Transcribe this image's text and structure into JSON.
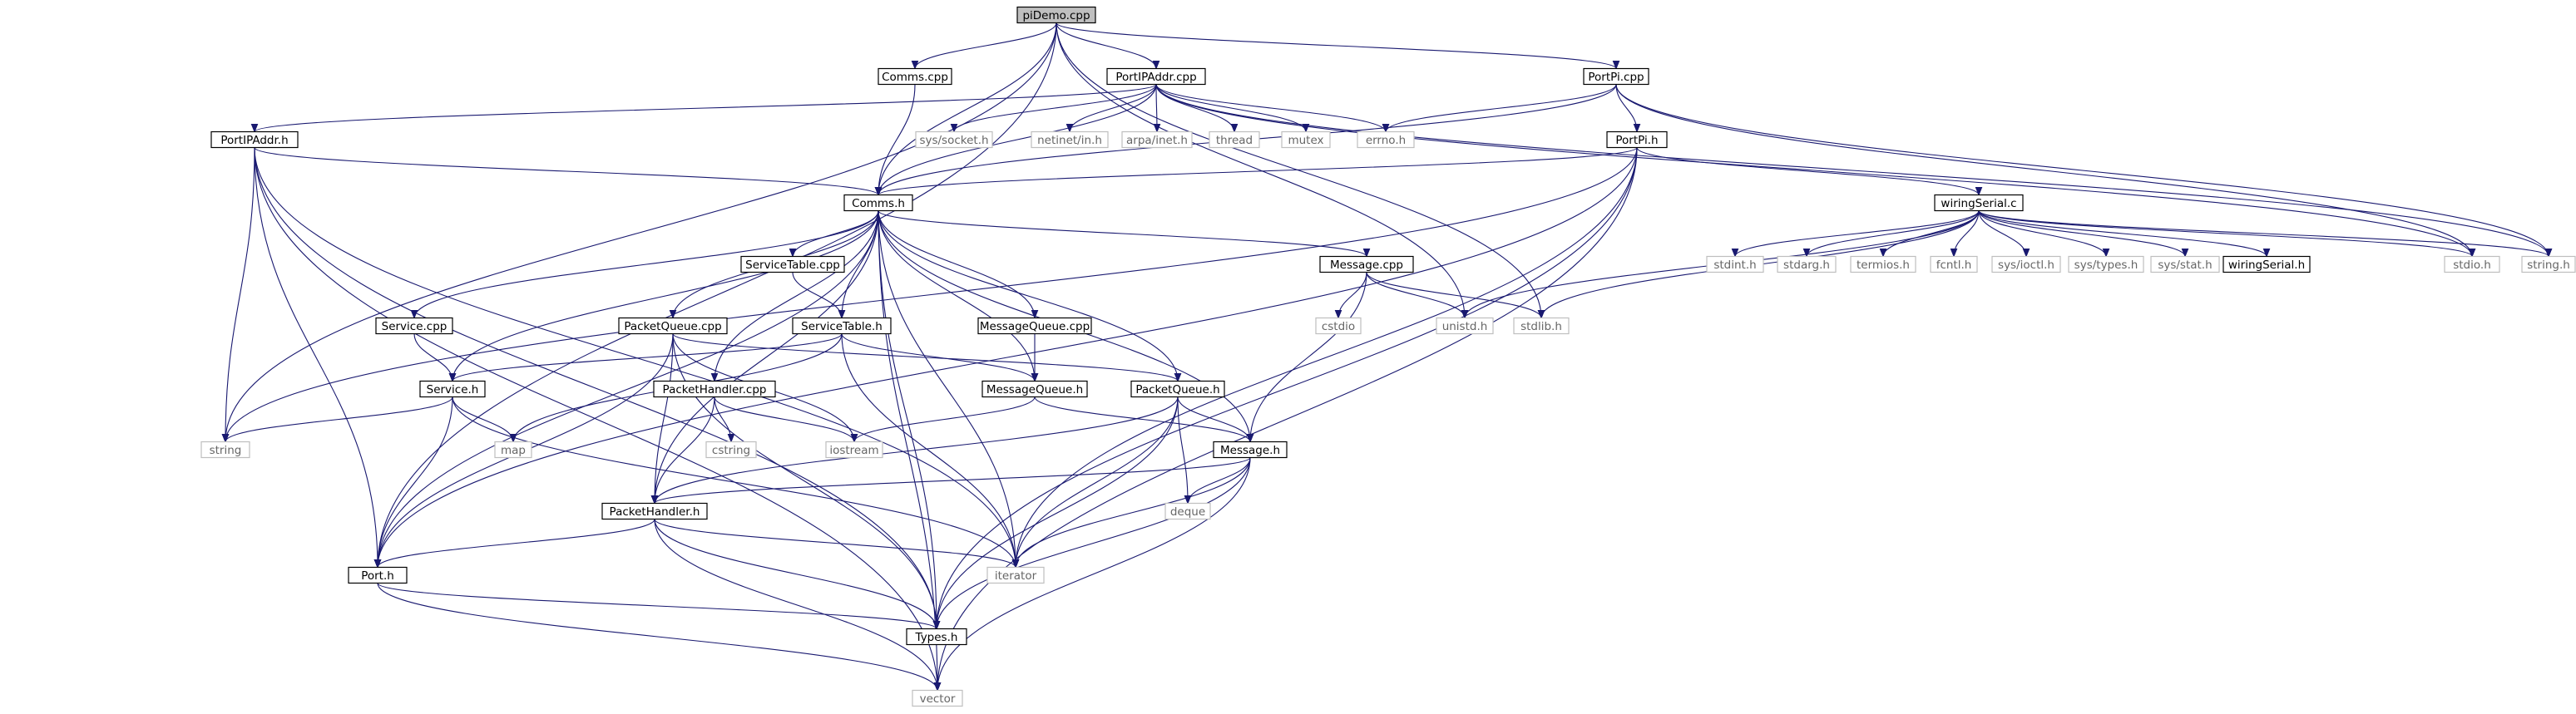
{
  "graph": {
    "title": "",
    "colors": {
      "edge": "#191970",
      "root_fill": "#bfbfbf",
      "documented_fill": "#ffffff",
      "documented_stroke": "#000000",
      "external_stroke": "#bfbfbf",
      "external_text": "#666666"
    },
    "nodes": [
      {
        "id": "piDemo",
        "label": "piDemo.cpp",
        "kind": "root"
      },
      {
        "id": "CommsCpp",
        "label": "Comms.cpp",
        "kind": "file"
      },
      {
        "id": "PortIPAddrCpp",
        "label": "PortIPAddr.cpp",
        "kind": "file"
      },
      {
        "id": "PortPiCpp",
        "label": "PortPi.cpp",
        "kind": "file"
      },
      {
        "id": "PortIPAddrH",
        "label": "PortIPAddr.h",
        "kind": "file"
      },
      {
        "id": "PortPiH",
        "label": "PortPi.h",
        "kind": "file"
      },
      {
        "id": "CommsH",
        "label": "Comms.h",
        "kind": "file"
      },
      {
        "id": "sysSocket",
        "label": "sys/socket.h",
        "kind": "external"
      },
      {
        "id": "netinet",
        "label": "netinet/in.h",
        "kind": "external"
      },
      {
        "id": "arpa",
        "label": "arpa/inet.h",
        "kind": "external"
      },
      {
        "id": "thread",
        "label": "thread",
        "kind": "external"
      },
      {
        "id": "mutex",
        "label": "mutex",
        "kind": "external"
      },
      {
        "id": "errno",
        "label": "errno.h",
        "kind": "external"
      },
      {
        "id": "wiringSerialC",
        "label": "wiringSerial.c",
        "kind": "file"
      },
      {
        "id": "ServiceTableCpp",
        "label": "ServiceTable.cpp",
        "kind": "file"
      },
      {
        "id": "MessageCpp",
        "label": "Message.cpp",
        "kind": "file"
      },
      {
        "id": "stdint",
        "label": "stdint.h",
        "kind": "external"
      },
      {
        "id": "stdarg",
        "label": "stdarg.h",
        "kind": "external"
      },
      {
        "id": "termios",
        "label": "termios.h",
        "kind": "external"
      },
      {
        "id": "fcntl",
        "label": "fcntl.h",
        "kind": "external"
      },
      {
        "id": "sysIoctl",
        "label": "sys/ioctl.h",
        "kind": "external"
      },
      {
        "id": "sysTypes",
        "label": "sys/types.h",
        "kind": "external"
      },
      {
        "id": "sysStat",
        "label": "sys/stat.h",
        "kind": "external"
      },
      {
        "id": "wiringSerialH",
        "label": "wiringSerial.h",
        "kind": "file"
      },
      {
        "id": "stdio",
        "label": "stdio.h",
        "kind": "external"
      },
      {
        "id": "stringH",
        "label": "string.h",
        "kind": "external"
      },
      {
        "id": "ServiceCpp",
        "label": "Service.cpp",
        "kind": "file"
      },
      {
        "id": "PacketQueueCpp",
        "label": "PacketQueue.cpp",
        "kind": "file"
      },
      {
        "id": "ServiceTableH",
        "label": "ServiceTable.h",
        "kind": "file"
      },
      {
        "id": "MessageQueueCpp",
        "label": "MessageQueue.cpp",
        "kind": "file"
      },
      {
        "id": "cstdio",
        "label": "cstdio",
        "kind": "external"
      },
      {
        "id": "unistd",
        "label": "unistd.h",
        "kind": "external"
      },
      {
        "id": "stdlib",
        "label": "stdlib.h",
        "kind": "external"
      },
      {
        "id": "ServiceH",
        "label": "Service.h",
        "kind": "file"
      },
      {
        "id": "PacketHandlerCpp",
        "label": "PacketHandler.cpp",
        "kind": "file"
      },
      {
        "id": "MessageQueueH",
        "label": "MessageQueue.h",
        "kind": "file"
      },
      {
        "id": "PacketQueueH",
        "label": "PacketQueue.h",
        "kind": "file"
      },
      {
        "id": "string",
        "label": "string",
        "kind": "external"
      },
      {
        "id": "map",
        "label": "map",
        "kind": "external"
      },
      {
        "id": "cstring",
        "label": "cstring",
        "kind": "external"
      },
      {
        "id": "iostream",
        "label": "iostream",
        "kind": "external"
      },
      {
        "id": "MessageH",
        "label": "Message.h",
        "kind": "file"
      },
      {
        "id": "deque",
        "label": "deque",
        "kind": "external"
      },
      {
        "id": "PacketHandlerH",
        "label": "PacketHandler.h",
        "kind": "file"
      },
      {
        "id": "PortH",
        "label": "Port.h",
        "kind": "file"
      },
      {
        "id": "iterator",
        "label": "iterator",
        "kind": "external"
      },
      {
        "id": "TypesH",
        "label": "Types.h",
        "kind": "file"
      },
      {
        "id": "vector",
        "label": "vector",
        "kind": "external"
      }
    ],
    "edges": [
      [
        "piDemo",
        "CommsCpp"
      ],
      [
        "piDemo",
        "PortIPAddrCpp"
      ],
      [
        "piDemo",
        "PortPiCpp"
      ],
      [
        "piDemo",
        "CommsH"
      ],
      [
        "piDemo",
        "PortH"
      ],
      [
        "piDemo",
        "string"
      ],
      [
        "piDemo",
        "unistd"
      ],
      [
        "piDemo",
        "stdlib"
      ],
      [
        "CommsCpp",
        "CommsH"
      ],
      [
        "PortIPAddrCpp",
        "PortIPAddrH"
      ],
      [
        "PortIPAddrCpp",
        "CommsH"
      ],
      [
        "PortIPAddrCpp",
        "sysSocket"
      ],
      [
        "PortIPAddrCpp",
        "netinet"
      ],
      [
        "PortIPAddrCpp",
        "arpa"
      ],
      [
        "PortIPAddrCpp",
        "thread"
      ],
      [
        "PortIPAddrCpp",
        "mutex"
      ],
      [
        "PortIPAddrCpp",
        "errno"
      ],
      [
        "PortIPAddrCpp",
        "stdio"
      ],
      [
        "PortIPAddrCpp",
        "stringH"
      ],
      [
        "PortPiCpp",
        "PortPiH"
      ],
      [
        "PortPiCpp",
        "CommsH"
      ],
      [
        "PortPiCpp",
        "errno"
      ],
      [
        "PortPiCpp",
        "stdio"
      ],
      [
        "PortPiCpp",
        "stringH"
      ],
      [
        "PortIPAddrH",
        "CommsH"
      ],
      [
        "PortIPAddrH",
        "PortH"
      ],
      [
        "PortIPAddrH",
        "TypesH"
      ],
      [
        "PortIPAddrH",
        "iterator"
      ],
      [
        "PortIPAddrH",
        "string"
      ],
      [
        "PortIPAddrH",
        "vector"
      ],
      [
        "PortPiH",
        "CommsH"
      ],
      [
        "PortPiH",
        "wiringSerialC"
      ],
      [
        "PortPiH",
        "PortH"
      ],
      [
        "PortPiH",
        "TypesH"
      ],
      [
        "PortPiH",
        "iterator"
      ],
      [
        "PortPiH",
        "string"
      ],
      [
        "PortPiH",
        "vector"
      ],
      [
        "wiringSerialC",
        "stdint"
      ],
      [
        "wiringSerialC",
        "stdarg"
      ],
      [
        "wiringSerialC",
        "termios"
      ],
      [
        "wiringSerialC",
        "fcntl"
      ],
      [
        "wiringSerialC",
        "sysIoctl"
      ],
      [
        "wiringSerialC",
        "sysTypes"
      ],
      [
        "wiringSerialC",
        "sysStat"
      ],
      [
        "wiringSerialC",
        "wiringSerialH"
      ],
      [
        "wiringSerialC",
        "stdio"
      ],
      [
        "wiringSerialC",
        "stringH"
      ],
      [
        "wiringSerialC",
        "unistd"
      ],
      [
        "wiringSerialC",
        "stdlib"
      ],
      [
        "CommsH",
        "ServiceTableCpp"
      ],
      [
        "CommsH",
        "MessageCpp"
      ],
      [
        "CommsH",
        "ServiceCpp"
      ],
      [
        "CommsH",
        "PacketQueueCpp"
      ],
      [
        "CommsH",
        "ServiceTableH"
      ],
      [
        "CommsH",
        "MessageQueueCpp"
      ],
      [
        "CommsH",
        "ServiceH"
      ],
      [
        "CommsH",
        "PacketHandlerCpp"
      ],
      [
        "CommsH",
        "MessageQueueH"
      ],
      [
        "CommsH",
        "PacketQueueH"
      ],
      [
        "CommsH",
        "MessageH"
      ],
      [
        "CommsH",
        "PacketHandlerH"
      ],
      [
        "CommsH",
        "PortH"
      ],
      [
        "CommsH",
        "iterator"
      ],
      [
        "CommsH",
        "TypesH"
      ],
      [
        "CommsH",
        "vector"
      ],
      [
        "ServiceTableCpp",
        "ServiceTableH"
      ],
      [
        "MessageCpp",
        "cstdio"
      ],
      [
        "MessageCpp",
        "unistd"
      ],
      [
        "MessageCpp",
        "stdlib"
      ],
      [
        "MessageCpp",
        "MessageH"
      ],
      [
        "ServiceCpp",
        "ServiceH"
      ],
      [
        "PacketQueueCpp",
        "PacketQueueH"
      ],
      [
        "PacketQueueCpp",
        "iostream"
      ],
      [
        "PacketQueueCpp",
        "PacketHandlerH"
      ],
      [
        "PacketQueueCpp",
        "PortH"
      ],
      [
        "PacketQueueCpp",
        "TypesH"
      ],
      [
        "ServiceTableH",
        "ServiceH"
      ],
      [
        "ServiceTableH",
        "MessageQueueH"
      ],
      [
        "ServiceTableH",
        "map"
      ],
      [
        "ServiceTableH",
        "iterator"
      ],
      [
        "MessageQueueCpp",
        "MessageQueueH"
      ],
      [
        "ServiceH",
        "string"
      ],
      [
        "ServiceH",
        "map"
      ],
      [
        "ServiceH",
        "PortH"
      ],
      [
        "ServiceH",
        "iterator"
      ],
      [
        "PacketHandlerCpp",
        "cstring"
      ],
      [
        "PacketHandlerCpp",
        "iostream"
      ],
      [
        "PacketHandlerCpp",
        "PacketHandlerH"
      ],
      [
        "MessageQueueH",
        "iostream"
      ],
      [
        "MessageQueueH",
        "MessageH"
      ],
      [
        "PacketQueueH",
        "MessageH"
      ],
      [
        "PacketQueueH",
        "PacketHandlerH"
      ],
      [
        "PacketQueueH",
        "deque"
      ],
      [
        "PacketQueueH",
        "iterator"
      ],
      [
        "PacketQueueH",
        "TypesH"
      ],
      [
        "MessageH",
        "deque"
      ],
      [
        "MessageH",
        "PacketHandlerH"
      ],
      [
        "MessageH",
        "iterator"
      ],
      [
        "MessageH",
        "TypesH"
      ],
      [
        "MessageH",
        "vector"
      ],
      [
        "PacketHandlerH",
        "PortH"
      ],
      [
        "PacketHandlerH",
        "iterator"
      ],
      [
        "PacketHandlerH",
        "TypesH"
      ],
      [
        "PacketHandlerH",
        "vector"
      ],
      [
        "PortH",
        "TypesH"
      ],
      [
        "PortH",
        "vector"
      ]
    ]
  }
}
